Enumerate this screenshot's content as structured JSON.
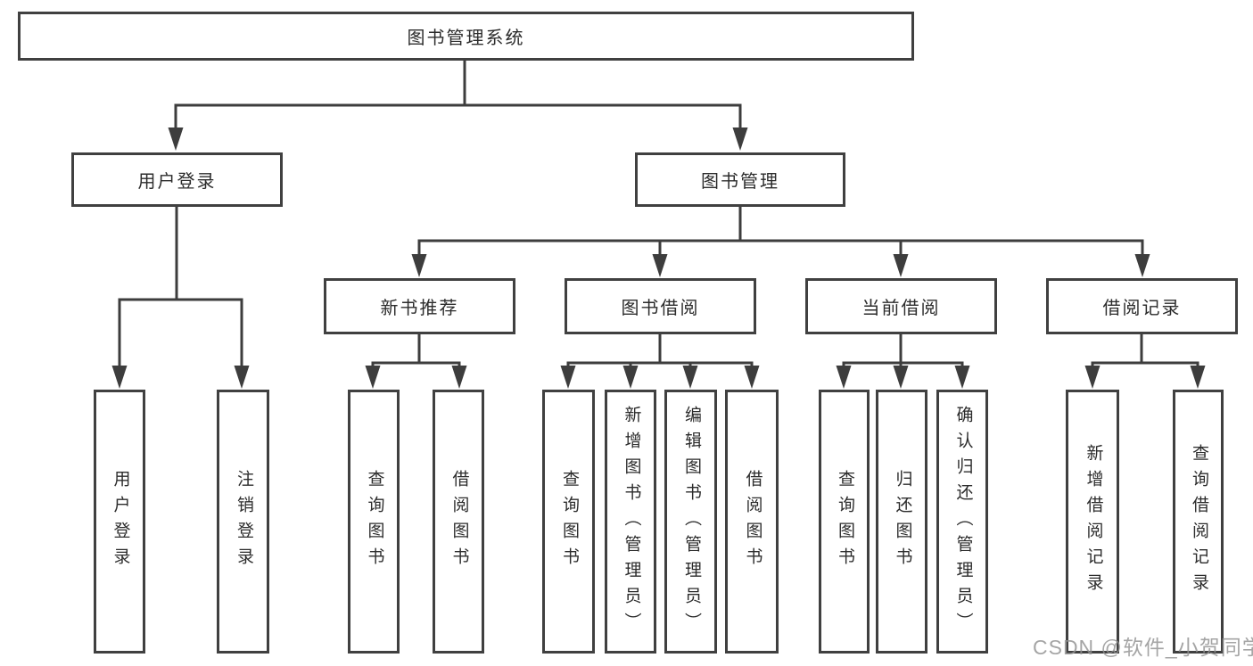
{
  "diagram_type": "hierarchy",
  "tree": {
    "label": "图书管理系统",
    "children": [
      {
        "label": "用户登录",
        "children": [
          {
            "label": "用户登录"
          },
          {
            "label": "注销登录"
          }
        ]
      },
      {
        "label": "图书管理",
        "children": [
          {
            "label": "新书推荐",
            "children": [
              {
                "label": "查询图书"
              },
              {
                "label": "借阅图书"
              }
            ]
          },
          {
            "label": "图书借阅",
            "children": [
              {
                "label": "查询图书"
              },
              {
                "label": "新增图书（管理员）"
              },
              {
                "label": "编辑图书（管理员）"
              },
              {
                "label": "借阅图书"
              }
            ]
          },
          {
            "label": "当前借阅",
            "children": [
              {
                "label": "查询图书"
              },
              {
                "label": "归还图书"
              },
              {
                "label": "确认归还（管理员）"
              }
            ]
          },
          {
            "label": "借阅记录",
            "children": [
              {
                "label": "新增借阅记录"
              },
              {
                "label": "查询借阅记录"
              }
            ]
          }
        ]
      }
    ]
  },
  "watermark": "CSDN @软件_小贺同学",
  "colors": {
    "border": "#404040",
    "line": "#3d3d3d",
    "text": "#2c2c2c",
    "watermark": "#919191",
    "background": "#ffffff"
  }
}
